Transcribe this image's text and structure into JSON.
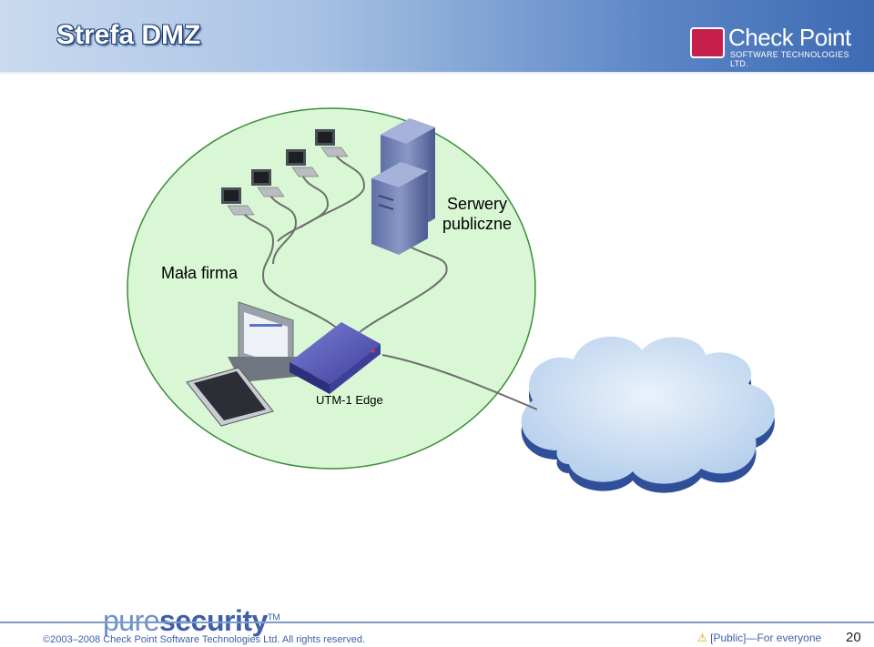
{
  "header": {
    "title": "Strefa DMZ",
    "logo_name": "Check Point",
    "logo_sub": "SOFTWARE TECHNOLOGIES LTD."
  },
  "diagram": {
    "zone_color": "#d9f7d4",
    "cloud_color": "#c8dcf2",
    "labels": {
      "servers": [
        "Serwery",
        "publiczne"
      ],
      "firm": "Mała firma",
      "device": "UTM-1 Edge"
    }
  },
  "footer": {
    "brand_light": "pure",
    "brand_bold": "security",
    "brand_tm": "TM",
    "copyright": "©2003–2008 Check Point Software Technologies Ltd. All rights reserved.",
    "classification": "[Public]—For everyone",
    "page_number": "20"
  }
}
